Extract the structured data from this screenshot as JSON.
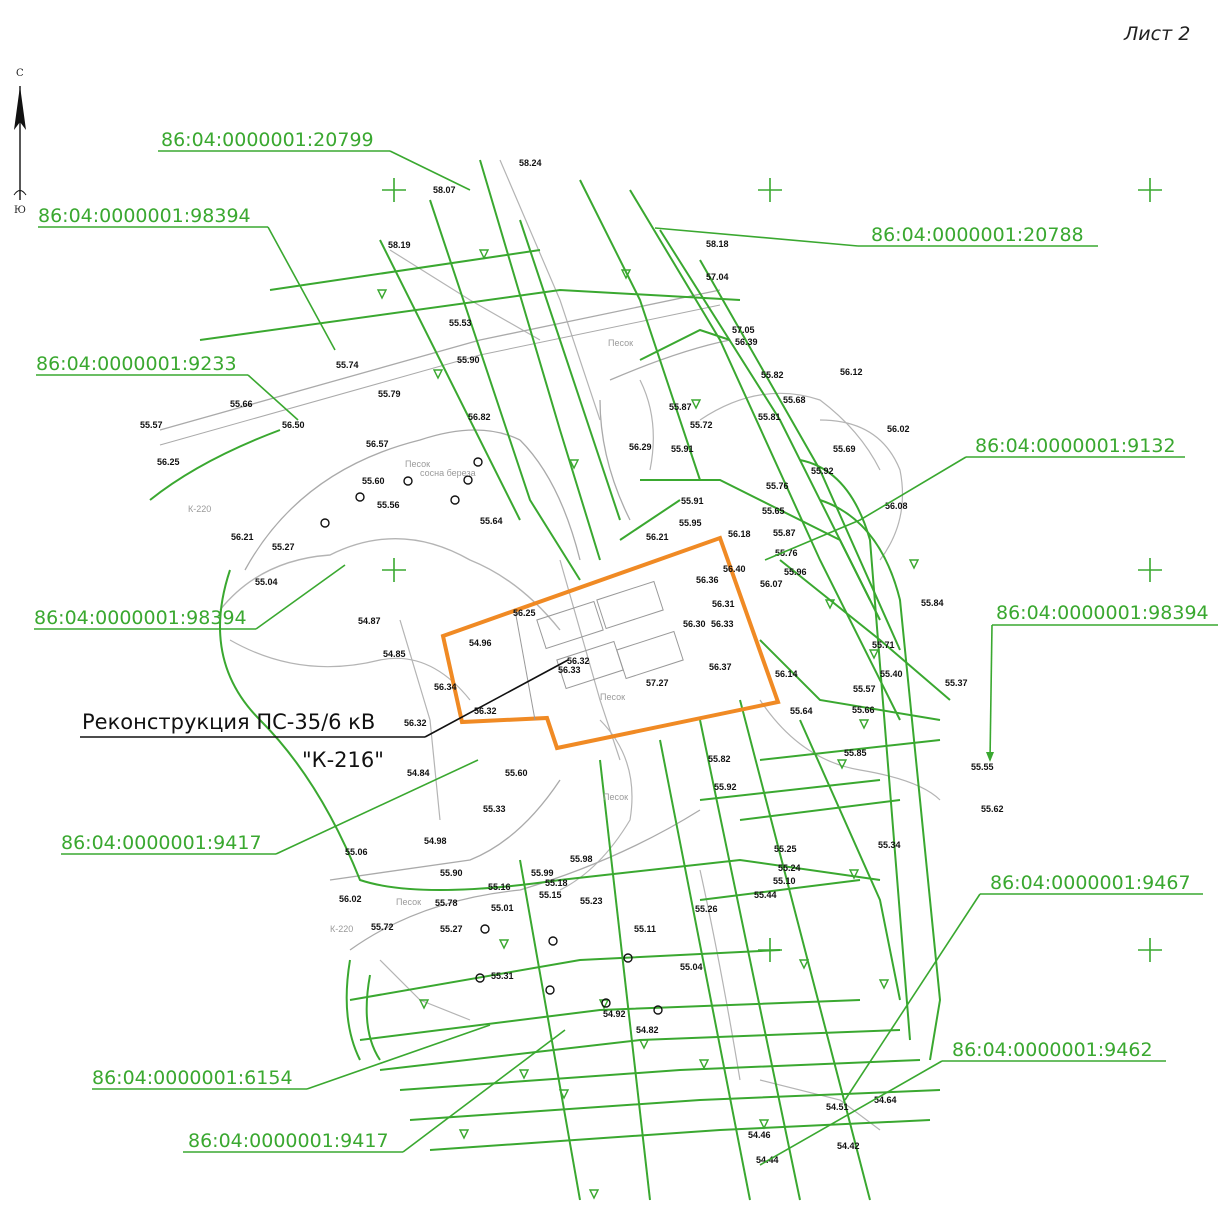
{
  "sheet_label": "Лист 2",
  "north_arrow": {
    "north": "С",
    "south": "Ю"
  },
  "title": {
    "line1": "Реконструкция ПС-35/6 кВ",
    "line2": "\"К-216\""
  },
  "parcels": [
    "86:04:0000001:20799",
    "86:04:0000001:98394",
    "86:04:0000001:20788",
    "86:04:0000001:9233",
    "86:04:0000001:9132",
    "86:04:0000001:98394",
    "86:04:0000001:98394",
    "86:04:0000001:9417",
    "86:04:0000001:9467",
    "86:04:0000001:9462",
    "86:04:0000001:6154",
    "86:04:0000001:9417"
  ],
  "road_labels": [
    "К-220",
    "К-220"
  ],
  "terrain_labels": [
    "Песок",
    "Песок",
    "Песок",
    "Песок",
    "Песок",
    "сосна береза"
  ],
  "elevations": [
    "58.24",
    "58.07",
    "58.19",
    "58.18",
    "57.04",
    "57.05",
    "56.39",
    "55.53",
    "55.74",
    "55.90",
    "55.79",
    "55.57",
    "55.66",
    "56.50",
    "56.25",
    "56.82",
    "56.57",
    "55.60",
    "55.56",
    "55.64",
    "56.21",
    "55.27",
    "55.04",
    "54.87",
    "54.85",
    "54.96",
    "56.25",
    "56.32",
    "56.33",
    "56.34",
    "56.32",
    "56.32",
    "54.84",
    "55.60",
    "55.33",
    "55.06",
    "54.98",
    "55.90",
    "56.02",
    "55.78",
    "55.72",
    "55.27",
    "55.31",
    "55.16",
    "55.99",
    "55.98",
    "55.18",
    "55.15",
    "55.23",
    "55.11",
    "55.04",
    "54.92",
    "54.82",
    "55.26",
    "55.44",
    "55.25",
    "55.24",
    "55.10",
    "55.34",
    "55.64",
    "55.66",
    "55.85",
    "55.57",
    "55.40",
    "55.37",
    "55.71",
    "55.84",
    "56.08",
    "56.02",
    "56.12",
    "55.82",
    "55.68",
    "55.81",
    "55.69",
    "55.92",
    "55.76",
    "55.65",
    "55.87",
    "55.76",
    "55.96",
    "56.07",
    "56.18",
    "56.40",
    "56.31",
    "56.36",
    "56.33",
    "56.30",
    "56.37",
    "56.14",
    "57.27",
    "55.87",
    "55.72",
    "55.91",
    "55.91",
    "55.95",
    "56.21",
    "56.29",
    "55.82",
    "55.92",
    "55.55",
    "55.62",
    "54.51",
    "54.64",
    "54.42",
    "54.46",
    "54.44",
    "55.01"
  ]
}
